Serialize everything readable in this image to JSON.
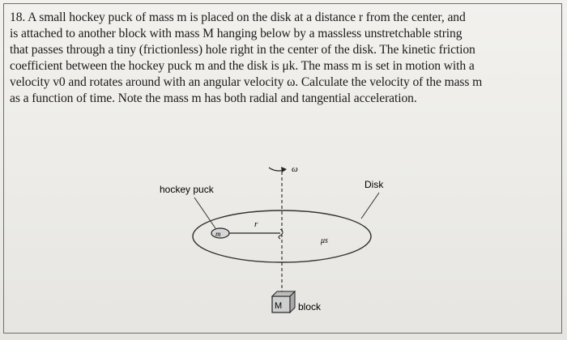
{
  "problem": {
    "lines": [
      "18. A small hockey puck of mass m is placed on the disk at a distance r from the center, and",
      "is attached to another block with mass M hanging below by a massless unstretchable string",
      "that passes through a tiny (frictionless) hole right in the center of the disk. The kinetic friction",
      "coefficient between the hockey puck m and the disk is μk. The mass m is set in motion with a",
      "velocity v0 and rotates around with an angular velocity ω. Calculate the velocity of the mass m",
      "as a function of time. Note the mass m has both radial and tangential acceleration."
    ]
  },
  "diagram": {
    "omega_label": "ω",
    "disk_label": "Disk",
    "hockey_puck_label": "hockey puck",
    "puck_mass_label": "m",
    "radius_label": "r",
    "friction_label": "μs",
    "block_mass_label": "M",
    "block_label": "block"
  }
}
